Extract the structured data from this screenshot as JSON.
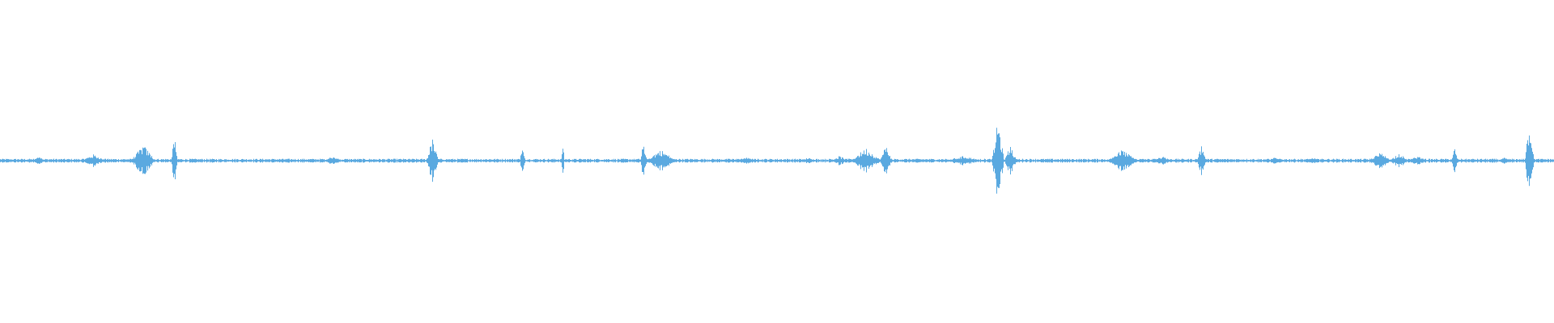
{
  "waveform": {
    "color": "#5aa9e0",
    "baseline_amplitude": 0.012,
    "bursts": [
      {
        "t": 0.025,
        "amp": 0.03,
        "dur": 0.004
      },
      {
        "t": 0.06,
        "amp": 0.04,
        "dur": 0.008
      },
      {
        "t": 0.092,
        "amp": 0.1,
        "dur": 0.008
      },
      {
        "t": 0.112,
        "amp": 0.16,
        "dur": 0.002
      },
      {
        "t": 0.214,
        "amp": 0.03,
        "dur": 0.006
      },
      {
        "t": 0.278,
        "amp": 0.14,
        "dur": 0.004
      },
      {
        "t": 0.336,
        "amp": 0.08,
        "dur": 0.002
      },
      {
        "t": 0.362,
        "amp": 0.12,
        "dur": 0.001
      },
      {
        "t": 0.414,
        "amp": 0.14,
        "dur": 0.002
      },
      {
        "t": 0.425,
        "amp": 0.07,
        "dur": 0.01
      },
      {
        "t": 0.48,
        "amp": 0.02,
        "dur": 0.01
      },
      {
        "t": 0.52,
        "amp": 0.02,
        "dur": 0.006
      },
      {
        "t": 0.54,
        "amp": 0.03,
        "dur": 0.006
      },
      {
        "t": 0.557,
        "amp": 0.08,
        "dur": 0.01
      },
      {
        "t": 0.57,
        "amp": 0.1,
        "dur": 0.004
      },
      {
        "t": 0.62,
        "amp": 0.03,
        "dur": 0.012
      },
      {
        "t": 0.642,
        "amp": 0.26,
        "dur": 0.004
      },
      {
        "t": 0.65,
        "amp": 0.1,
        "dur": 0.004
      },
      {
        "t": 0.722,
        "amp": 0.07,
        "dur": 0.01
      },
      {
        "t": 0.748,
        "amp": 0.03,
        "dur": 0.006
      },
      {
        "t": 0.773,
        "amp": 0.1,
        "dur": 0.003
      },
      {
        "t": 0.82,
        "amp": 0.02,
        "dur": 0.004
      },
      {
        "t": 0.845,
        "amp": 0.02,
        "dur": 0.004
      },
      {
        "t": 0.888,
        "amp": 0.05,
        "dur": 0.008
      },
      {
        "t": 0.9,
        "amp": 0.05,
        "dur": 0.006
      },
      {
        "t": 0.912,
        "amp": 0.03,
        "dur": 0.006
      },
      {
        "t": 0.936,
        "amp": 0.1,
        "dur": 0.002
      },
      {
        "t": 0.968,
        "amp": 0.02,
        "dur": 0.004
      },
      {
        "t": 0.984,
        "amp": 0.28,
        "dur": 0.003
      }
    ]
  }
}
